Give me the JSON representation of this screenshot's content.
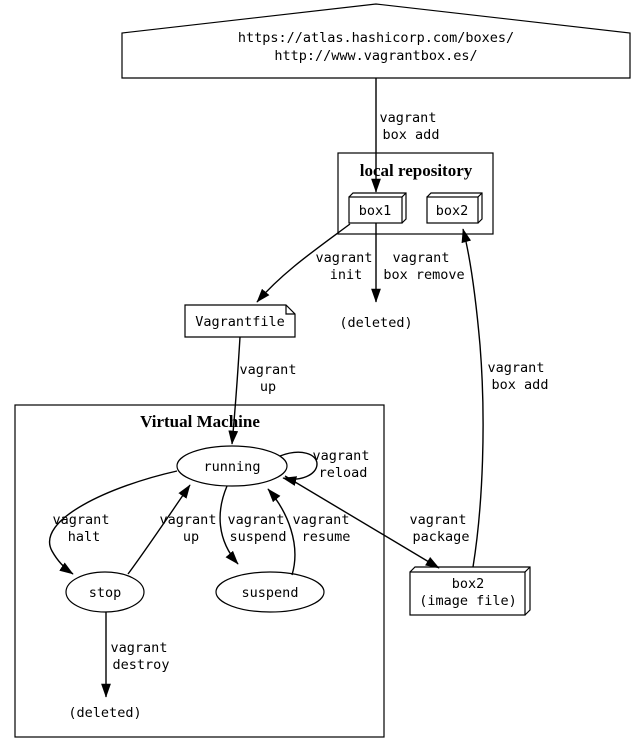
{
  "colors": {
    "stroke": "#000000",
    "background": "#ffffff",
    "text": "#000000"
  },
  "house": {
    "url1": "https://atlas.hashicorp.com/boxes/",
    "url2": "http://www.vagrantbox.es/"
  },
  "clusters": {
    "local_repository": {
      "label": "local repository"
    },
    "virtual_machine": {
      "label": "Virtual Machine"
    }
  },
  "nodes": {
    "box1": {
      "label": "box1"
    },
    "box2": {
      "label": "box2"
    },
    "vagrantfile": {
      "label": "Vagrantfile"
    },
    "deleted_box": {
      "label": "(deleted)"
    },
    "running": {
      "label": "running"
    },
    "stop": {
      "label": "stop"
    },
    "suspend": {
      "label": "suspend"
    },
    "deleted_vm": {
      "label": "(deleted)"
    },
    "box2_image": {
      "line1": "box2",
      "line2": "(image file)"
    }
  },
  "edges": {
    "box_add_top": {
      "line1": "vagrant",
      "line2": "box add"
    },
    "init": {
      "line1": "vagrant",
      "line2": "init"
    },
    "box_remove": {
      "line1": "vagrant",
      "line2": "box remove"
    },
    "up_vagrantfile": {
      "line1": "vagrant",
      "line2": "up"
    },
    "reload": {
      "line1": "vagrant",
      "line2": "reload"
    },
    "halt": {
      "line1": "vagrant",
      "line2": "halt"
    },
    "up_stop": {
      "line1": "vagrant",
      "line2": "up"
    },
    "suspend": {
      "line1": "vagrant",
      "line2": "suspend"
    },
    "resume": {
      "line1": "vagrant",
      "line2": "resume"
    },
    "destroy": {
      "line1": "vagrant",
      "line2": "destroy"
    },
    "package": {
      "line1": "vagrant",
      "line2": "package"
    },
    "box_add_image": {
      "line1": "vagrant",
      "line2": "box add"
    }
  }
}
